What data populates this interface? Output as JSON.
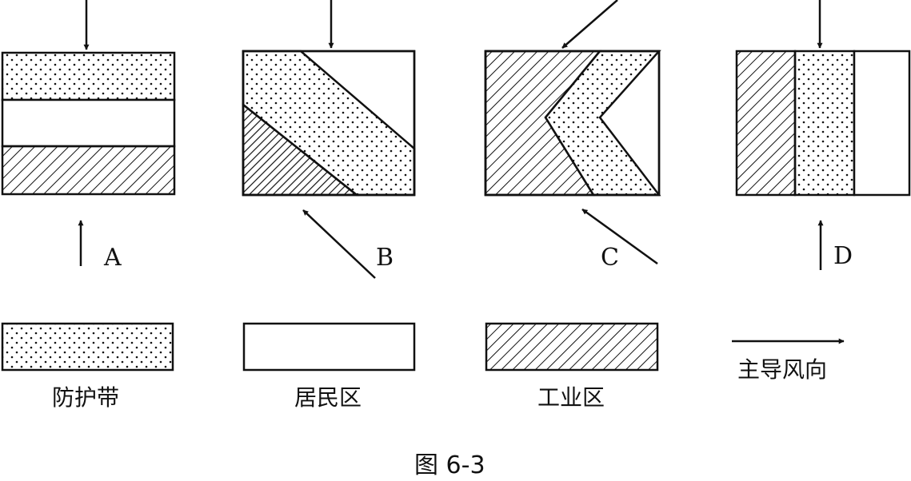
{
  "panels": [
    {
      "id": "A",
      "label": "A"
    },
    {
      "id": "B",
      "label": "B"
    },
    {
      "id": "C",
      "label": "C"
    },
    {
      "id": "D",
      "label": "D"
    }
  ],
  "legend": [
    {
      "id": "buffer",
      "label": "防护带",
      "fill": "dots"
    },
    {
      "id": "residential",
      "label": "居民区",
      "fill": "blank"
    },
    {
      "id": "industrial",
      "label": "工业区",
      "fill": "hatch"
    }
  ],
  "wind_legend_label": "主导风向",
  "caption": "图 6-3",
  "colors": {
    "ink": "#111111",
    "paper": "#ffffff"
  }
}
